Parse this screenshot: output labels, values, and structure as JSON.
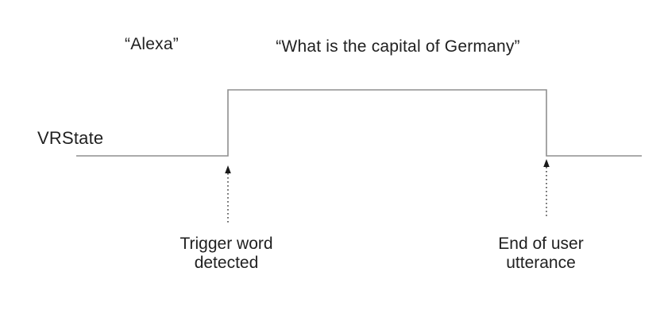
{
  "diagram": {
    "trigger_utterance": "“Alexa”",
    "query_utterance": "“What is the capital of Germany”",
    "signal_label": "VRState",
    "annotations": {
      "trigger": "Trigger word\ndetected",
      "end": "End of user\nutterance"
    },
    "signal": {
      "name": "VRState",
      "type": "timing-waveform",
      "initial_state": "low",
      "events": [
        {
          "label": "Trigger word detected",
          "transition": "low-to-high"
        },
        {
          "label": "End of user utterance",
          "transition": "high-to-low"
        }
      ]
    },
    "colors": {
      "line": "#8f8f8f",
      "arrow": "#1a1a1a",
      "text": "#212121",
      "background": "#ffffff"
    }
  }
}
